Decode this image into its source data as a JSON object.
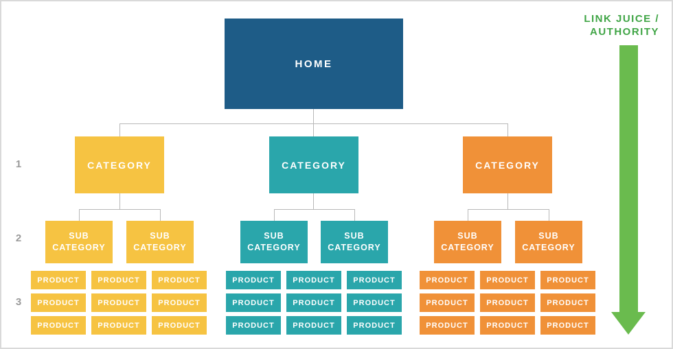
{
  "legend": {
    "line1": "LINK JUICE /",
    "line2": "AUTHORITY",
    "text_color": "#40a546",
    "arrow_color": "#6abb4e"
  },
  "level_labels": [
    "1",
    "2",
    "3"
  ],
  "level_label_color": "#9a9a9a",
  "connector_color": "#b8b8b8",
  "home": {
    "label": "HOME",
    "color": "#1e5c87"
  },
  "groups": [
    {
      "name": "yellow",
      "color": "#f6c342",
      "category_label": "CATEGORY",
      "subcategory_labels": [
        "SUB\nCATEGORY",
        "SUB\nCATEGORY"
      ],
      "product_labels": [
        "PRODUCT",
        "PRODUCT",
        "PRODUCT",
        "PRODUCT",
        "PRODUCT",
        "PRODUCT",
        "PRODUCT",
        "PRODUCT",
        "PRODUCT"
      ]
    },
    {
      "name": "teal",
      "color": "#2aa6ab",
      "category_label": "CATEGORY",
      "subcategory_labels": [
        "SUB\nCATEGORY",
        "SUB\nCATEGORY"
      ],
      "product_labels": [
        "PRODUCT",
        "PRODUCT",
        "PRODUCT",
        "PRODUCT",
        "PRODUCT",
        "PRODUCT",
        "PRODUCT",
        "PRODUCT",
        "PRODUCT"
      ]
    },
    {
      "name": "orange",
      "color": "#f09138",
      "category_label": "CATEGORY",
      "subcategory_labels": [
        "SUB\nCATEGORY",
        "SUB\nCATEGORY"
      ],
      "product_labels": [
        "PRODUCT",
        "PRODUCT",
        "PRODUCT",
        "PRODUCT",
        "PRODUCT",
        "PRODUCT",
        "PRODUCT",
        "PRODUCT",
        "PRODUCT"
      ]
    }
  ]
}
